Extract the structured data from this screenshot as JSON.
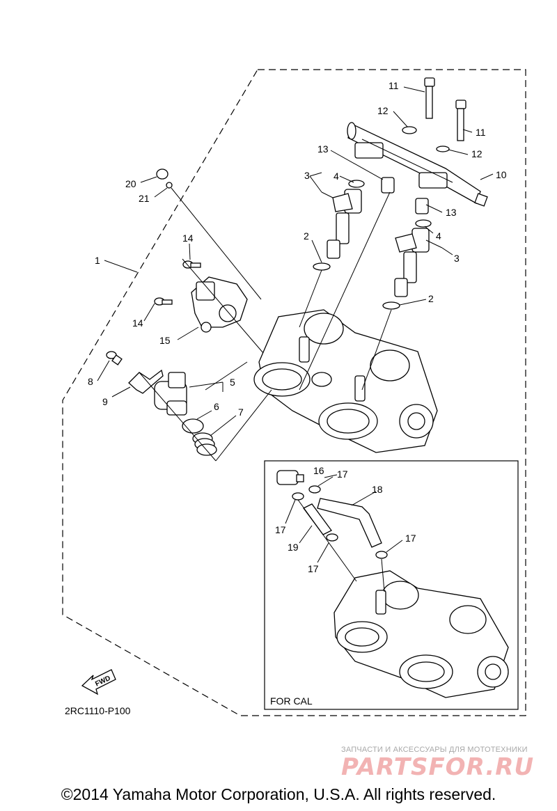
{
  "diagram": {
    "code": "2RC1110-P100",
    "fwd_label": "FWD",
    "inset_label": "FOR CAL",
    "callouts": {
      "c1": "1",
      "c2a": "2",
      "c2b": "2",
      "c3a": "3",
      "c3b": "3",
      "c4a": "4",
      "c4b": "4",
      "c5": "5",
      "c6": "6",
      "c7": "7",
      "c8": "8",
      "c9": "9",
      "c10": "10",
      "c11a": "11",
      "c11b": "11",
      "c12a": "12",
      "c12b": "12",
      "c13a": "13",
      "c13b": "13",
      "c14a": "14",
      "c14b": "14",
      "c15": "15",
      "c16": "16",
      "c17a": "17",
      "c17b": "17",
      "c17c": "17",
      "c17d": "17",
      "c18": "18",
      "c19": "19",
      "c20": "20",
      "c21": "21"
    }
  },
  "watermark": {
    "subtitle": "ЗАПЧАСТИ И АКСЕССУАРЫ ДЛЯ МОТОТЕХНИКИ",
    "logo": "PARTSFOR.RU"
  },
  "footer": {
    "copyright": "©2014 Yamaha Motor Corporation, U.S.A. All rights reserved."
  }
}
